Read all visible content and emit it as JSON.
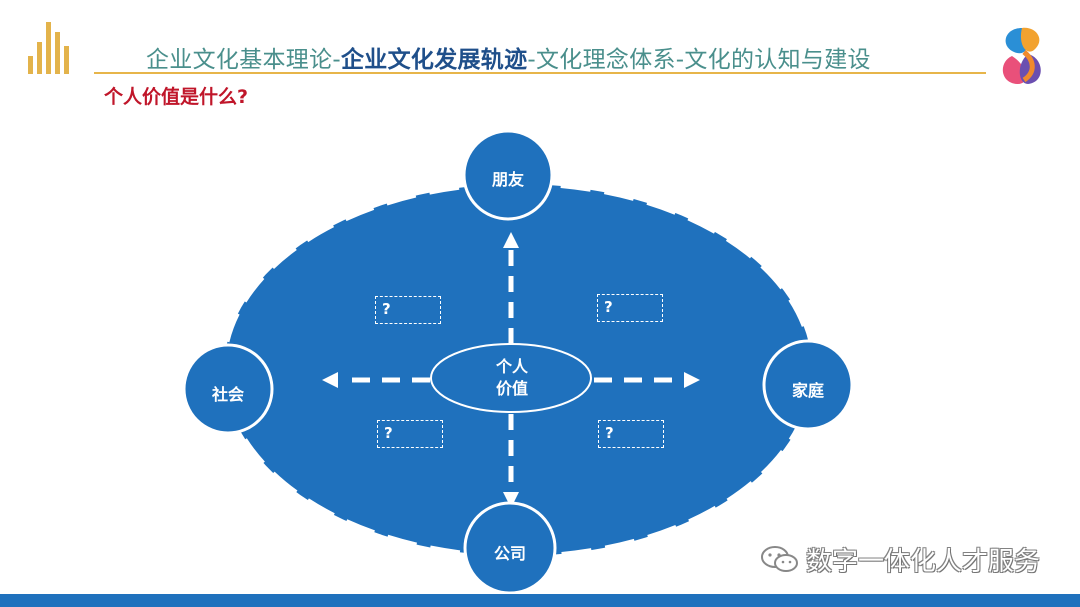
{
  "header": {
    "title_part1": "企业文化基本理论-",
    "title_highlight": "企业文化发展轨迹",
    "title_part2": "-文化理念体系-文化的认知与建设"
  },
  "subtitle": "个人价值是什么?",
  "diagram": {
    "center_line1": "个人",
    "center_line2": "价值",
    "nodes": {
      "top": "朋友",
      "left": "社会",
      "right": "家庭",
      "bottom": "公司"
    },
    "quadrant_placeholder": "?"
  },
  "watermark": "数字一体化人才服务",
  "colors": {
    "primary_blue": "#1f71bd",
    "title_teal": "#4a8f8c",
    "title_highlight": "#1f4f8a",
    "subtitle_red": "#c0162a",
    "gold_line": "#e7b54a"
  }
}
